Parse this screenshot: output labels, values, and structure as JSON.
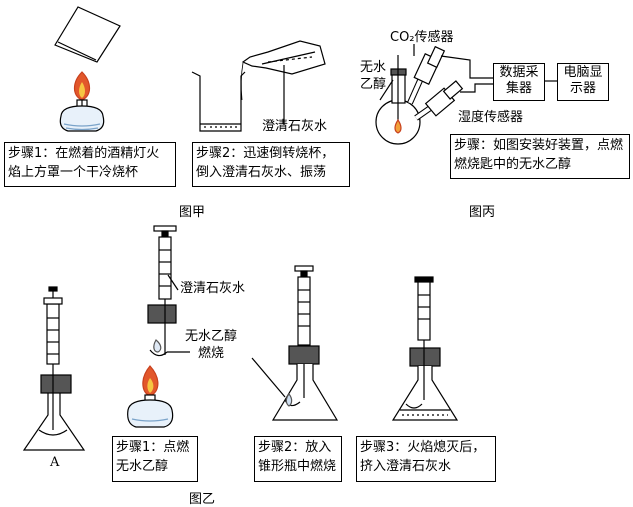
{
  "jia": {
    "step1": "步骤1：在燃着的酒精灯火焰上方罩一个干冷烧杯",
    "step2": "步骤2：迅速倒转烧杯，倒入澄清石灰水、振荡",
    "limewater_label": "澄清石灰水",
    "caption": "图甲"
  },
  "bing": {
    "co2_sensor": "CO₂传感器",
    "ethanol_label": "无水乙醇",
    "humidity_sensor": "湿度传感器",
    "data_collector": "数据采集器",
    "computer": "电脑显示器",
    "step": "步骤：如图安装好装置，点燃燃烧匙中的无水乙醇",
    "caption": "图丙"
  },
  "yi": {
    "label_a": "A",
    "limewater_label": "澄清石灰水",
    "burning_label": "无水乙醇燃烧",
    "step1": "步骤1：点燃无水乙醇",
    "step2": "步骤2：放入锥形瓶中燃烧",
    "step3": "步骤3：火焰熄灭后，挤入澄清石灰水",
    "caption": "图乙"
  }
}
